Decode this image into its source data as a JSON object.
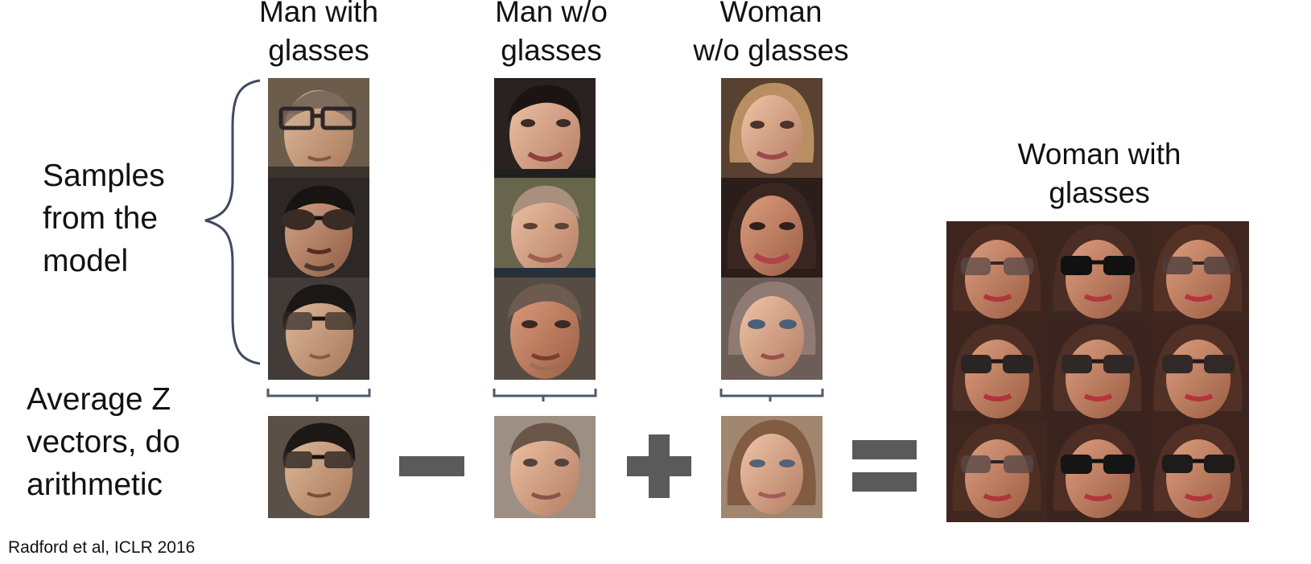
{
  "columns": {
    "man_with_glasses": "Man with\nglasses",
    "man_without_glasses": "Man w/o\nglasses",
    "woman_without_glasses": "Woman\nw/o glasses",
    "woman_with_glasses": "Woman with\nglasses"
  },
  "side_labels": {
    "samples": "Samples\nfrom the\nmodel",
    "average": "Average Z\nvectors, do\narithmetic"
  },
  "citation": "Radford et al, ICLR 2016",
  "operators": [
    "minus",
    "plus",
    "equals"
  ],
  "colors": {
    "operator": "#5a5a5a",
    "bracket": "#3f4a5e",
    "text": "#111111"
  },
  "icons": [
    "face-image",
    "sunglasses",
    "curly-brace",
    "minus-sign",
    "plus-sign",
    "equals-sign"
  ]
}
